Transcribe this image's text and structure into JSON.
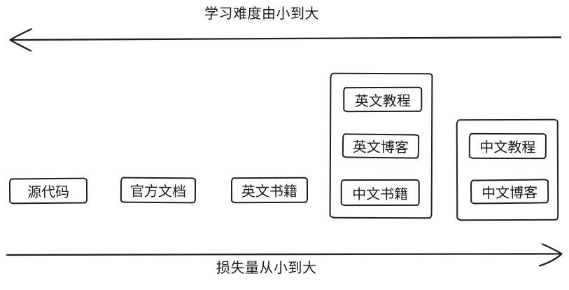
{
  "top_axis": {
    "label": "学习难度由小到大",
    "direction": "left"
  },
  "bottom_axis": {
    "label": "损失量从小到大",
    "direction": "right"
  },
  "nodes": [
    {
      "label": "源代码"
    },
    {
      "label": "官方文档"
    },
    {
      "label": "英文书籍"
    }
  ],
  "groups": [
    {
      "items": [
        {
          "label": "英文教程"
        },
        {
          "label": "英文博客"
        },
        {
          "label": "中文书籍"
        }
      ]
    },
    {
      "items": [
        {
          "label": "中文教程"
        },
        {
          "label": "中文博客"
        }
      ]
    }
  ],
  "colors": {
    "stroke": "#1f1f1f",
    "text": "#1a1a1a",
    "background": "#ffffff"
  }
}
